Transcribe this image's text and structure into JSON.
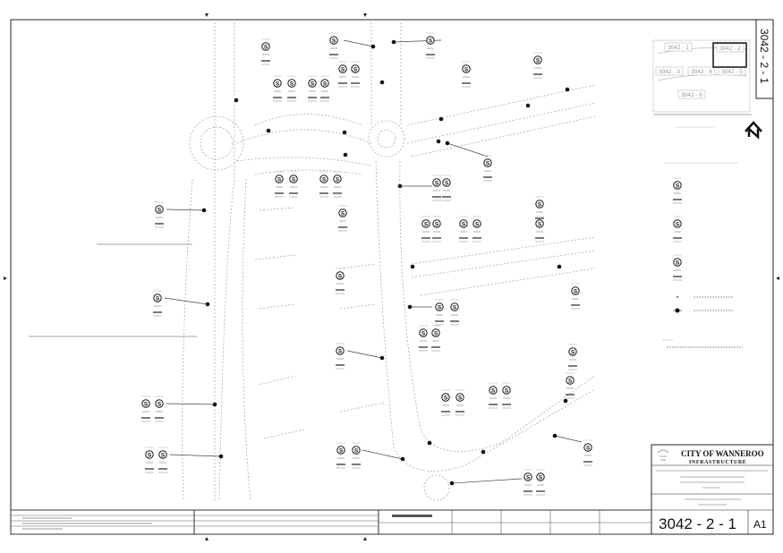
{
  "sheet": {
    "drawing_number": "3042 - 2 - 1",
    "sheet_size": "A1",
    "organisation": "CITY OF WANNEROO",
    "department": "INFRASTRUCTURE"
  },
  "key_map": {
    "tiles": [
      "3042 - 1",
      "3042 - 2",
      "3042 - 3",
      "3042 - 4",
      "3042 - 5",
      "3042 - 6"
    ],
    "current_tile": "3042 - 2"
  },
  "north_arrow": {
    "label": "N",
    "icon": "north-arrow-icon"
  },
  "legend": {
    "sign_symbol": "S",
    "icons": [
      "no-stopping-sign-icon",
      "sign-post-icon",
      "leader-dot-icon"
    ]
  },
  "colors": {
    "linework": "#9a9a9a",
    "border": "#222222",
    "text": "#111111"
  }
}
